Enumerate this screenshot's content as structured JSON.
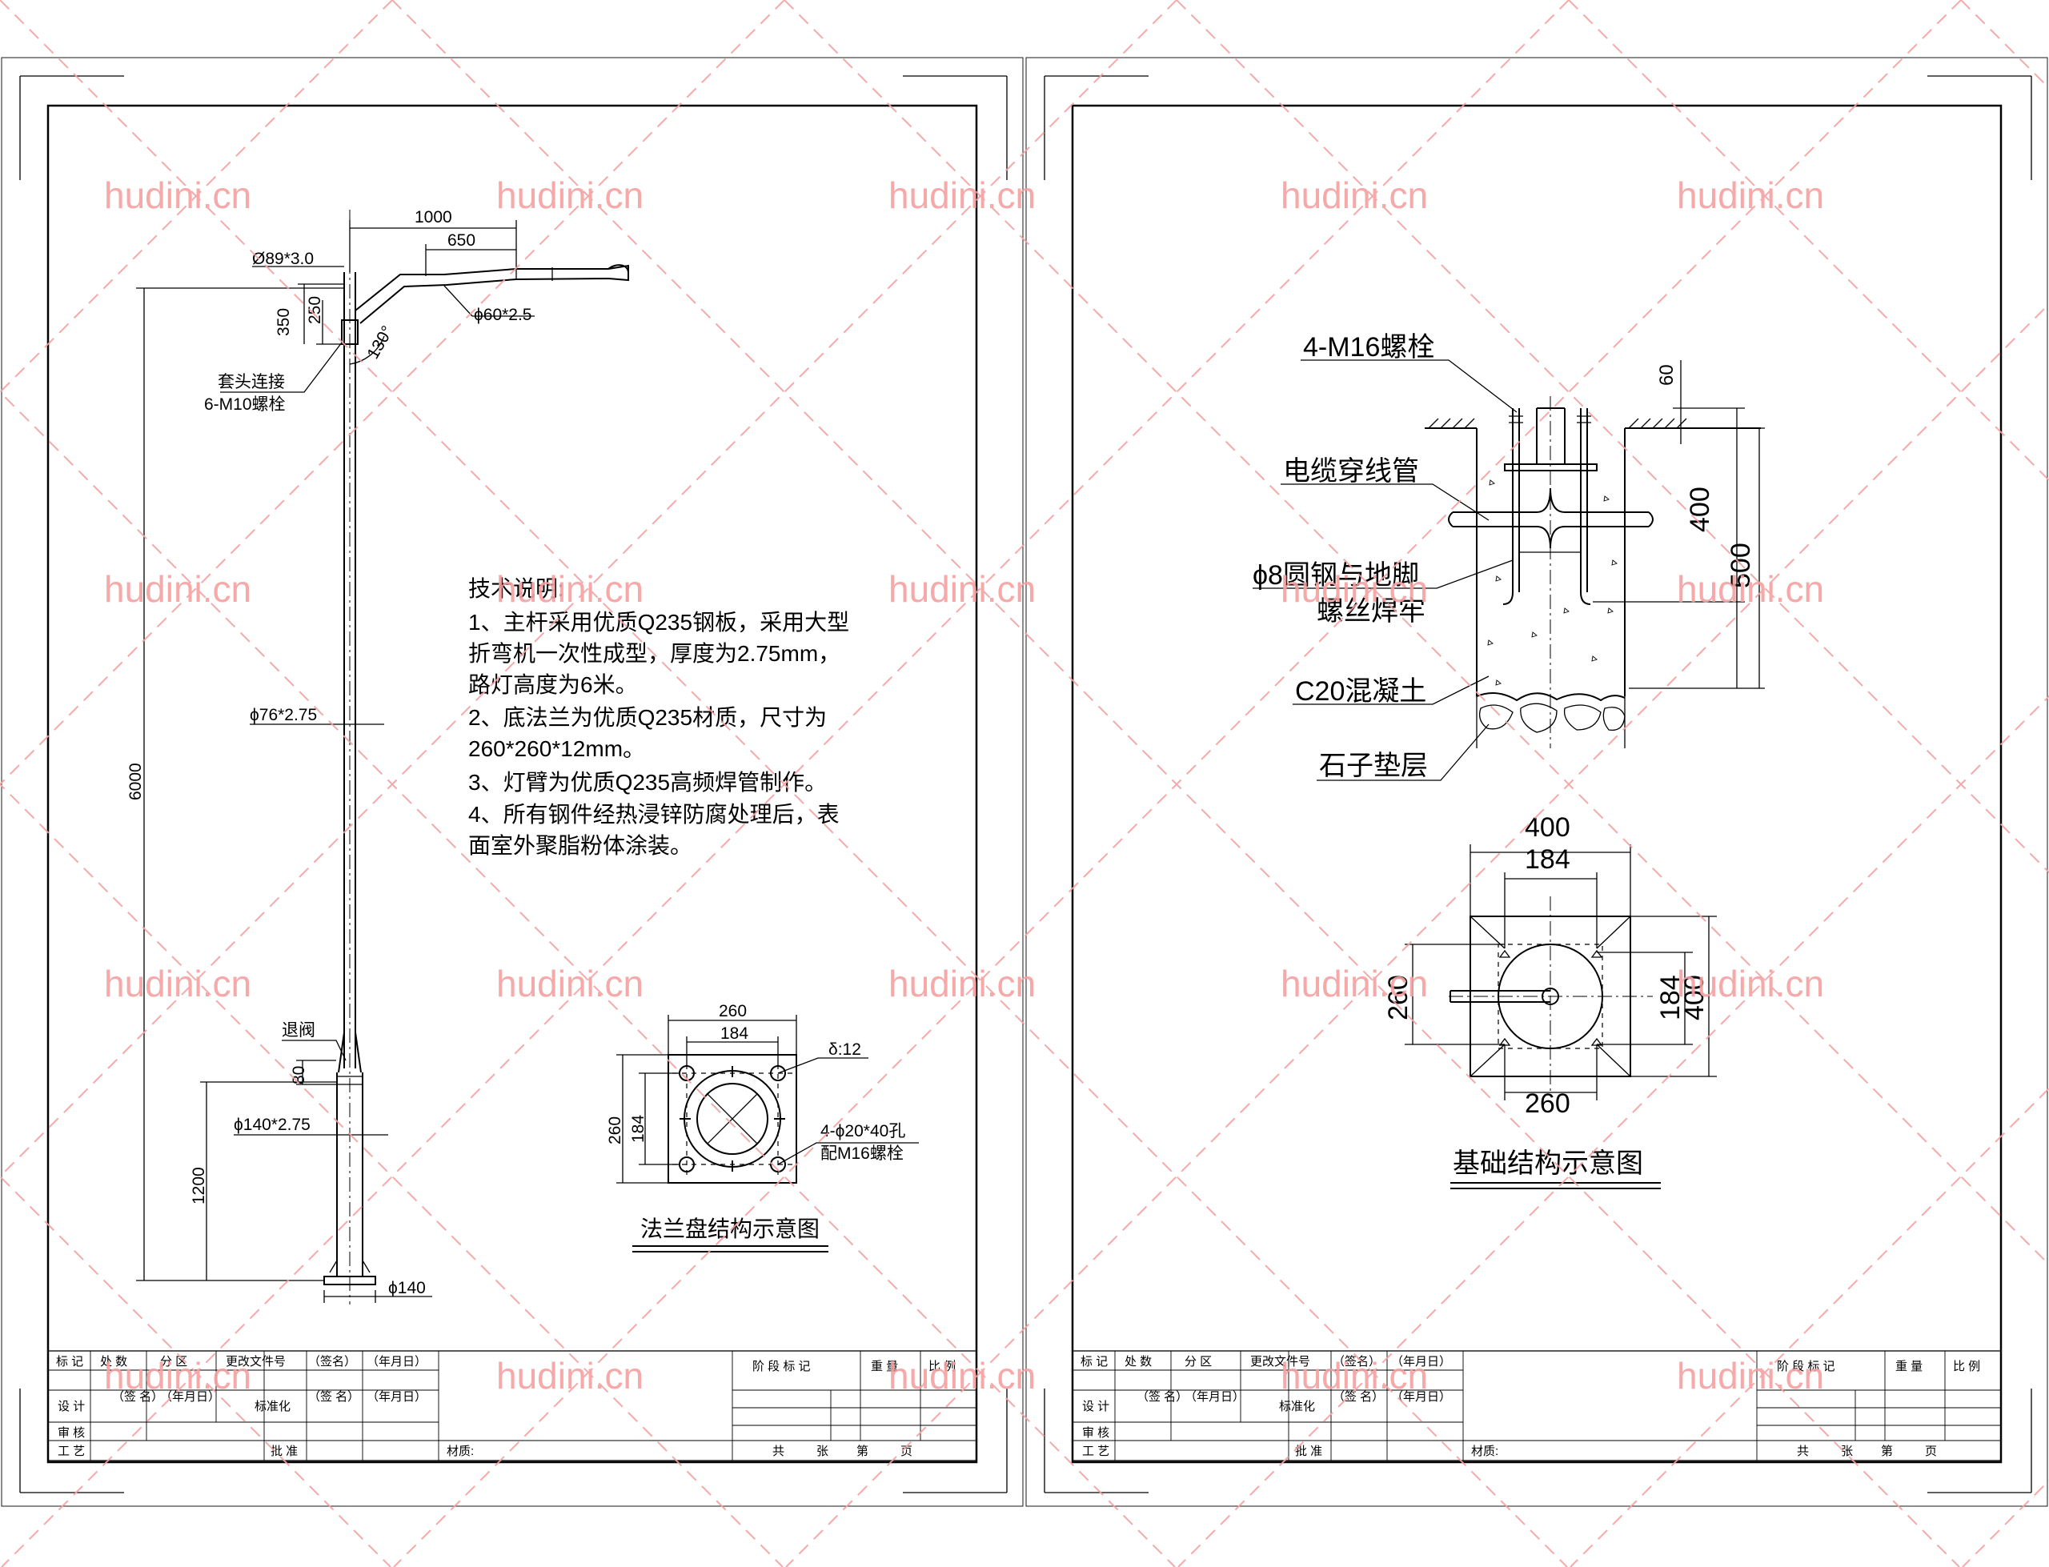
{
  "watermark": {
    "text": "hudini.cn",
    "color": "#f4a0a0"
  },
  "left_sheet": {
    "pole": {
      "dim_arm_total": "1000",
      "dim_arm_inner": "650",
      "top_tube": "Ø89*3.0",
      "dim_350": "350",
      "dim_250": "250",
      "arm_tube": "ϕ60*2.5",
      "arm_angle": "130°",
      "sleeve_label_1": "套头连接",
      "sleeve_label_2": "6-M10螺栓",
      "mid_tube": "ϕ76*2.75",
      "height_total": "6000",
      "reducer": "退阀",
      "dim_80": "80",
      "bottom_tube": "ϕ140*2.75",
      "dim_1200": "1200",
      "base": "ϕ140"
    },
    "notes": {
      "title": "技术说明:",
      "lines": [
        "1、主杆采用优质Q235钢板，采用大型",
        "折弯机一次性成型，厚度为2.75mm，",
        "路灯高度为6米。",
        "2、底法兰为优质Q235材质，尺寸为",
        "260*260*12mm。",
        "3、灯臂为优质Q235高频焊管制作。",
        "4、所有钢件经热浸锌防腐处理后，表",
        "面室外聚脂粉体涂装。"
      ]
    },
    "flange": {
      "dim_260_top": "260",
      "dim_184_top": "184",
      "dim_260_side": "260",
      "dim_184_side": "184",
      "thickness": "δ:12",
      "holes_1": "4-ϕ20*40孔",
      "holes_2": "配M16螺栓",
      "title": "法兰盘结构示意图"
    }
  },
  "right_sheet": {
    "foundation": {
      "bolts": "4-M16螺栓",
      "dim_60": "60",
      "cable": "电缆穿线管",
      "dim_400": "400",
      "dim_500": "500",
      "rebar_1": "ϕ8圆钢与地脚",
      "rebar_2": "螺丝焊牢",
      "concrete": "C20混凝土",
      "gravel": "石子垫层"
    },
    "plan": {
      "dim_400_top": "400",
      "dim_184_top": "184",
      "dim_260_left": "260",
      "dim_184_right": "184",
      "dim_400_right": "400",
      "dim_260_bottom": "260",
      "title": "基础结构示意图"
    }
  },
  "title_block": {
    "row1": [
      "标 记",
      "处 数",
      "分 区",
      "更改文件号",
      "（签名）",
      "（年月日）"
    ],
    "stage": "阶 段 标 记",
    "weight": "重 量",
    "scale": "比 例",
    "design": "设 计",
    "sign2": "（签 名）",
    "date2": "（年月日）",
    "standard": "标准化",
    "sign3": "（签 名）",
    "date3": "（年月日）",
    "review": "审 核",
    "craft": "工 艺",
    "approve": "批 准",
    "material": "材质:",
    "sheets_total": "共",
    "sheets_unit": "张",
    "sheet_no": "第",
    "sheet_unit": "页"
  }
}
